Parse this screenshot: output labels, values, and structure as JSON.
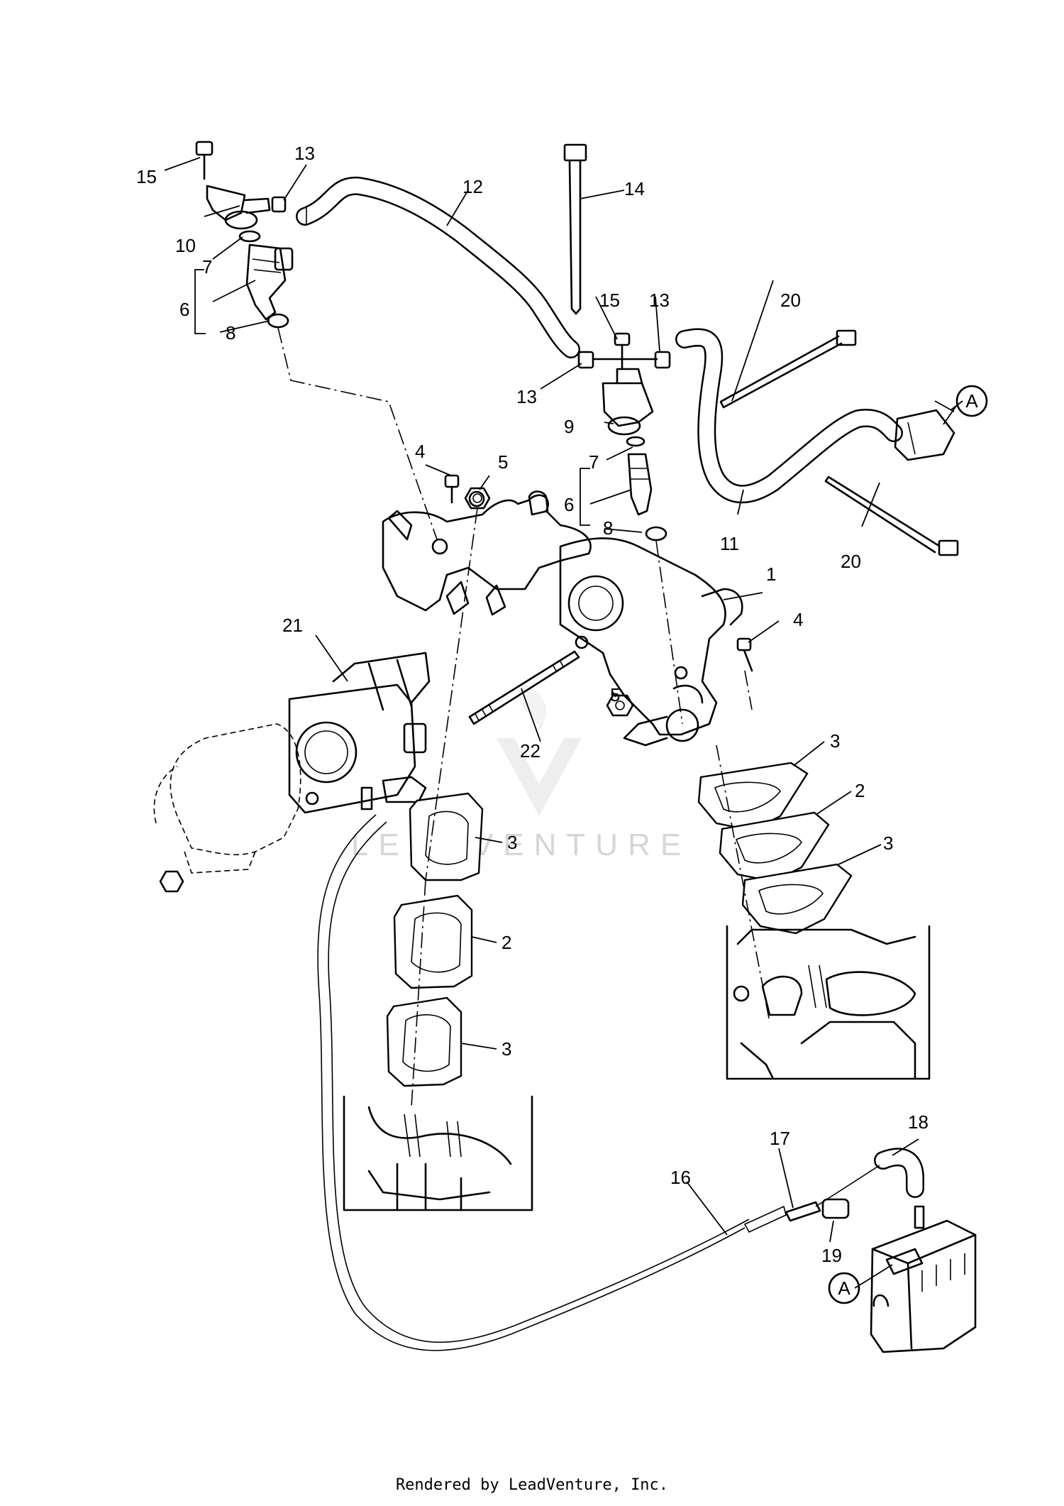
{
  "watermark": "LEADVENTURE",
  "footer": "Rendered by LeadVenture, Inc.",
  "callout_reference": "A",
  "labels": [
    "15",
    "13",
    "12",
    "14",
    "10",
    "7",
    "6",
    "8",
    "15",
    "13",
    "20",
    "13",
    "9",
    "A",
    "7",
    "4",
    "5",
    "6",
    "8",
    "11",
    "20",
    "1",
    "21",
    "4",
    "5",
    "22",
    "3",
    "2",
    "3",
    "3",
    "2",
    "3",
    "18",
    "17",
    "16",
    "19",
    "A"
  ]
}
